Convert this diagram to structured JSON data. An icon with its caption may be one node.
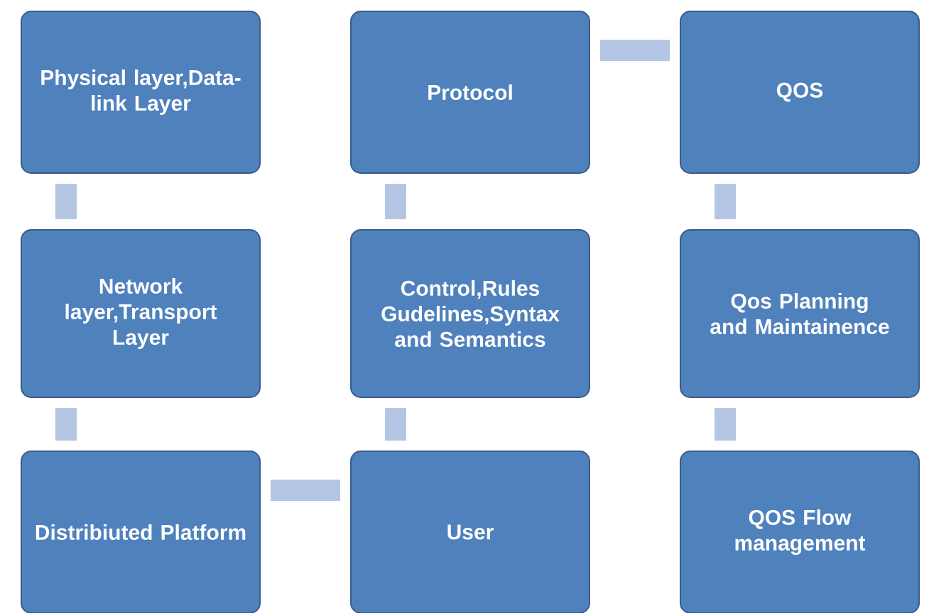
{
  "diagram": {
    "nodes": [
      {
        "text": [
          "Physical layer,Data-link Layer"
        ]
      },
      {
        "text": [
          "Protocol"
        ]
      },
      {
        "text": [
          "QOS"
        ]
      },
      {
        "text": [
          "Network layer,Transport Layer"
        ]
      },
      {
        "text": [
          "Control,Rules Gudelines,Syntax and Semantics"
        ]
      },
      {
        "text": [
          "Qos Planning and Maintainence"
        ]
      },
      {
        "text": [
          "Distribiuted Platform"
        ]
      },
      {
        "text": [
          "User"
        ]
      },
      {
        "text": [
          "QOS Flow management"
        ]
      }
    ],
    "edges": [
      {
        "from": 0,
        "to": 3,
        "arrow": "none"
      },
      {
        "from": 3,
        "to": 6,
        "arrow": "none"
      },
      {
        "from": 6,
        "to": 7,
        "arrow": "none"
      },
      {
        "from": 7,
        "to": 4,
        "arrow": "none"
      },
      {
        "from": 4,
        "to": 1,
        "arrow": "none"
      },
      {
        "from": 1,
        "to": 2,
        "arrow": "none"
      },
      {
        "from": 2,
        "to": 5,
        "arrow": "none"
      },
      {
        "from": 5,
        "to": 8,
        "arrow": "none"
      }
    ]
  }
}
